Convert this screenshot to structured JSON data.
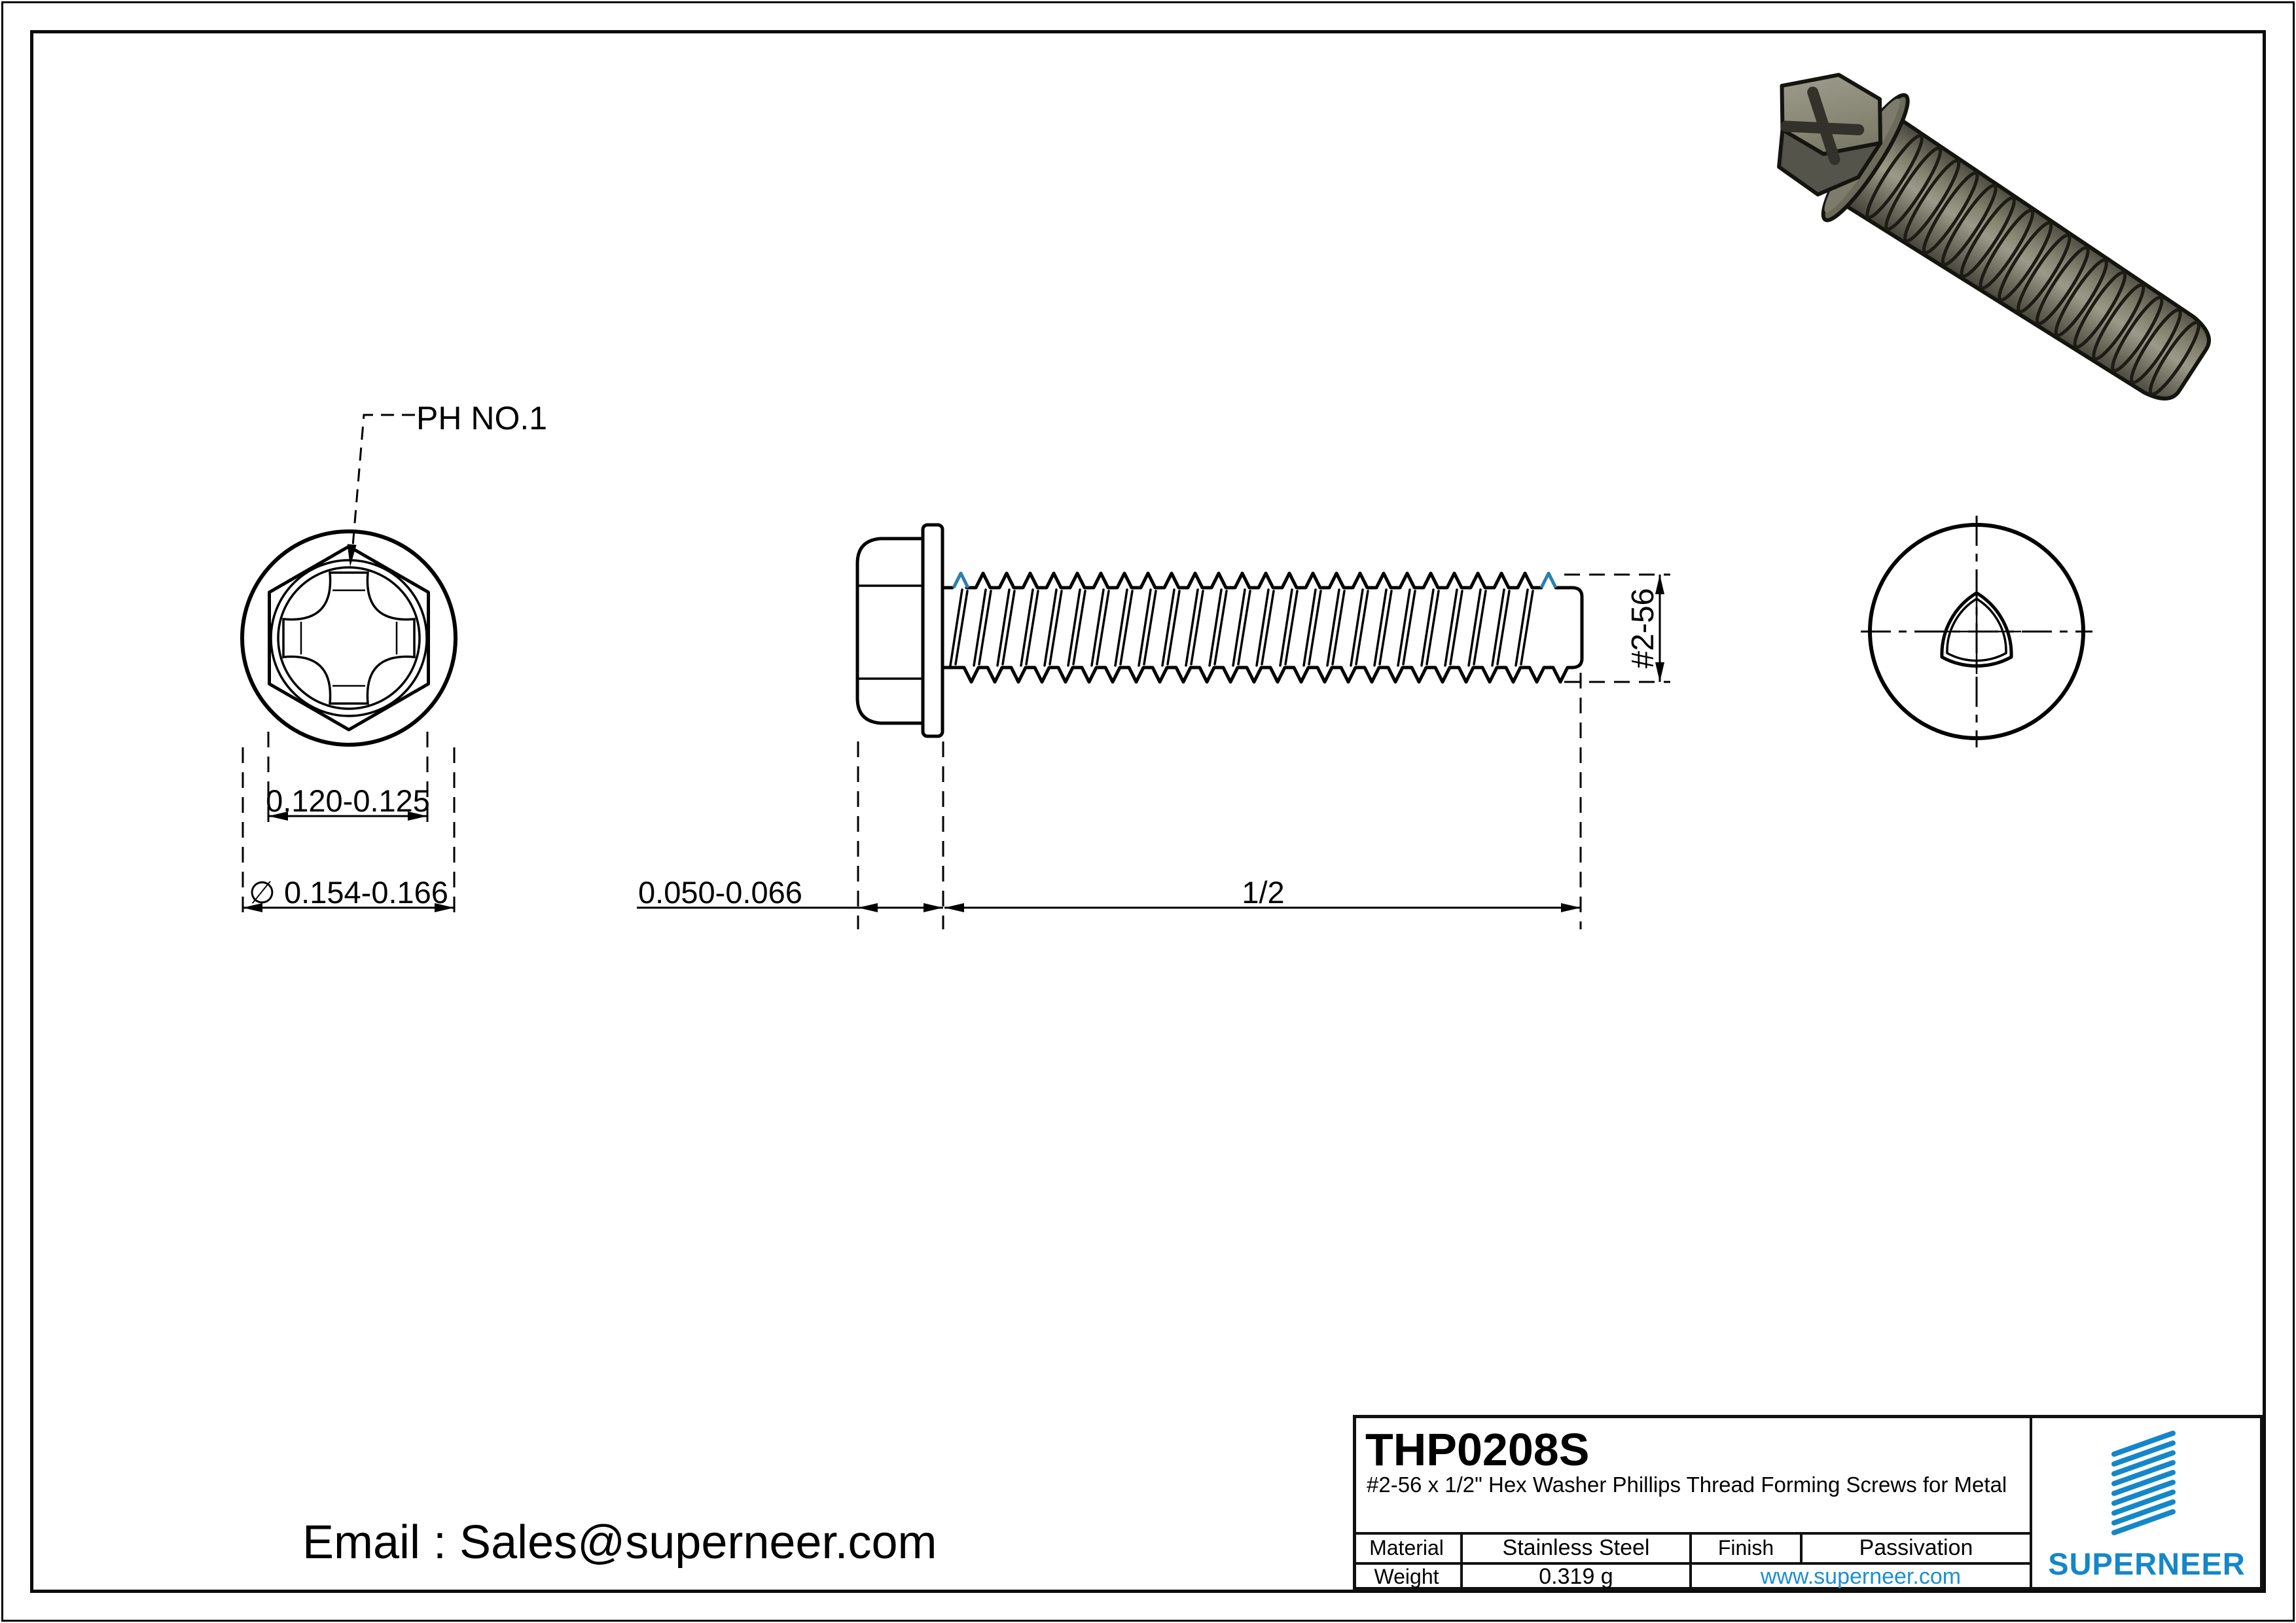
{
  "callouts": {
    "drive": "PH NO.1",
    "hex_width_across_flats": "0.120-0.125",
    "washer_diameter": "∅ 0.154-0.166",
    "head_height": "0.050-0.066",
    "thread_length": "1/2",
    "thread_size": "#2-56"
  },
  "contact": {
    "email_line": "Email : Sales@superneer.com"
  },
  "title_block": {
    "product_code": "THP0208S",
    "description": "#2-56 x 1/2\" Hex Washer Phillips Thread Forming Screws for Metal",
    "material_label": "Material",
    "material_value": "Stainless Steel",
    "finish_label": "Finish",
    "finish_value": "Passivation",
    "weight_label": "Weight",
    "weight_value": "0.319 g",
    "website": "www.superneer.com",
    "brand": "SUPERNEER"
  },
  "colors": {
    "accent_thread_mark": "#2d7fad",
    "brand_blue": "#1487c9",
    "link_blue": "#1b8fd2"
  }
}
